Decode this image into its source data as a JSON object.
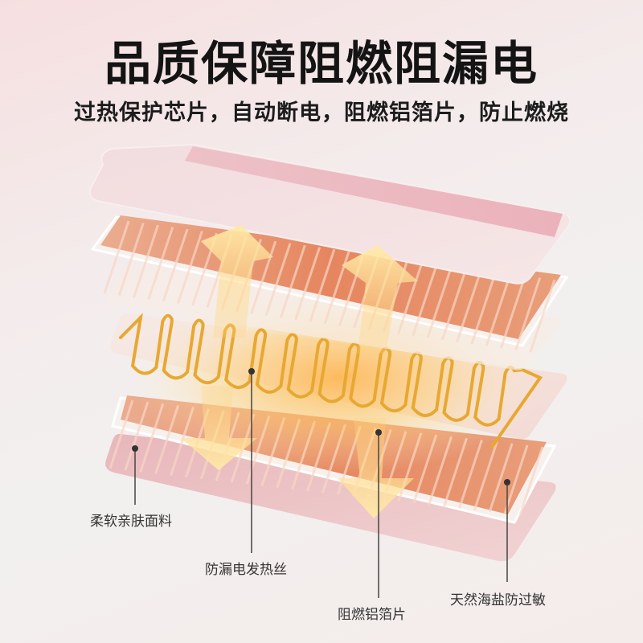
{
  "header": {
    "title": "品质保障阻燃阻漏电",
    "subtitle": "过热保护芯片，自动断电，阻燃铝箔片，防止燃烧"
  },
  "callouts": {
    "fabric": "柔软亲肤面料",
    "heating_wire": "防漏电发热丝",
    "foil": "阻燃铝箔片",
    "sea_salt": "天然海盐防过敏"
  },
  "colors": {
    "accent_pink": "#e9a9b3",
    "salt_orange": "#e47a4f",
    "wire_gold": "#e7a832",
    "glow": "#ffd27a"
  }
}
